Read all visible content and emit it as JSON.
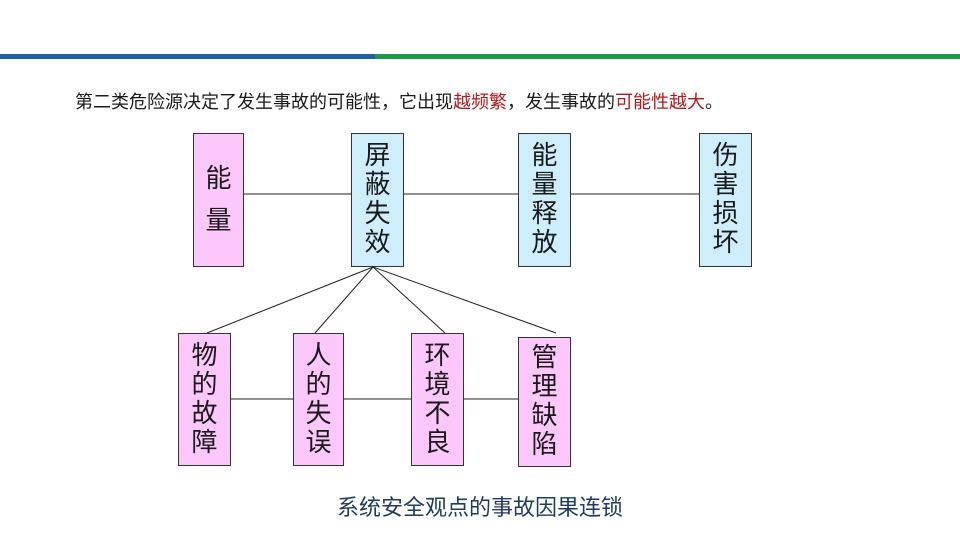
{
  "statement": {
    "part1": "第二类危险源决定了发生事故的可能性，它出现",
    "highlight1": "越频繁",
    "part2": "，发生事故的",
    "highlight2": "可能性越大",
    "part3": "。"
  },
  "top_chain": [
    {
      "label": "能量",
      "color": "#fcc8fc"
    },
    {
      "label": "屏蔽失效",
      "color": "#cfeefc"
    },
    {
      "label": "能量释放",
      "color": "#cfeefc"
    },
    {
      "label": "伤害损坏",
      "color": "#cfeefc"
    }
  ],
  "causes": [
    {
      "label": "物的故障",
      "color": "#fcc8fc"
    },
    {
      "label": "人的失误",
      "color": "#fcc8fc"
    },
    {
      "label": "环境不良",
      "color": "#fcc8fc"
    },
    {
      "label": "管理缺陷",
      "color": "#fcc8fc"
    }
  ],
  "caption": "系统安全观点的事故因果连锁",
  "colors": {
    "top_bar_left": "#1f5ea8",
    "top_bar_right": "#1a9a4a",
    "highlight": "#b01a1a",
    "caption": "#1f3a5f"
  }
}
